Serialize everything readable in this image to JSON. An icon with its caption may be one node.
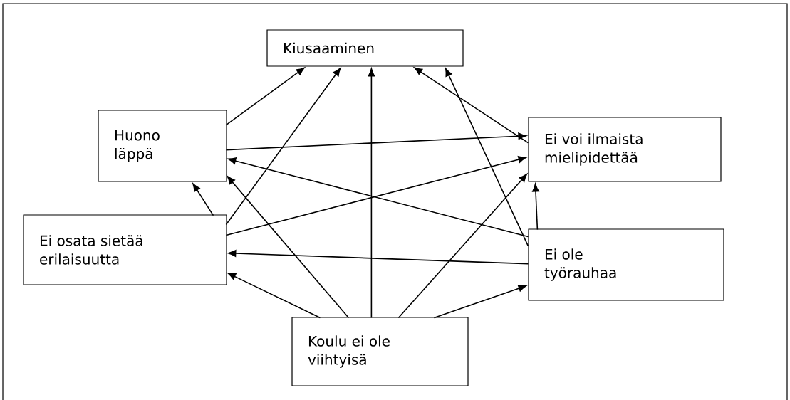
{
  "diagram": {
    "nodes": [
      {
        "text": [
          "Kiusaaminen"
        ]
      },
      {
        "text": [
          "Huono läppä"
        ]
      },
      {
        "text": [
          "Ei voi ilmaista mielipidettää"
        ]
      },
      {
        "text": [
          "Ei osata sietää erilaisuutta"
        ]
      },
      {
        "text": [
          "Ei ole työrauhaa"
        ]
      },
      {
        "text": [
          "Koulu ei ole viihtyisä"
        ]
      }
    ],
    "edges": [
      {
        "from": 1,
        "to": 0,
        "arrow": "to"
      },
      {
        "from": 1,
        "to": 2,
        "arrow": "to"
      },
      {
        "from": 2,
        "to": 0,
        "arrow": "to"
      },
      {
        "from": 3,
        "to": 1,
        "arrow": "to"
      },
      {
        "from": 3,
        "to": 0,
        "arrow": "to"
      },
      {
        "from": 3,
        "to": 2,
        "arrow": "to"
      },
      {
        "from": 4,
        "to": 1,
        "arrow": "to"
      },
      {
        "from": 4,
        "to": 0,
        "arrow": "to"
      },
      {
        "from": 4,
        "to": 2,
        "arrow": "to"
      },
      {
        "from": 4,
        "to": 3,
        "arrow": "to"
      },
      {
        "from": 5,
        "to": 3,
        "arrow": "to"
      },
      {
        "from": 5,
        "to": 1,
        "arrow": "to"
      },
      {
        "from": 5,
        "to": 0,
        "arrow": "to"
      },
      {
        "from": 5,
        "to": 2,
        "arrow": "to"
      },
      {
        "from": 5,
        "to": 4,
        "arrow": "to"
      }
    ]
  }
}
